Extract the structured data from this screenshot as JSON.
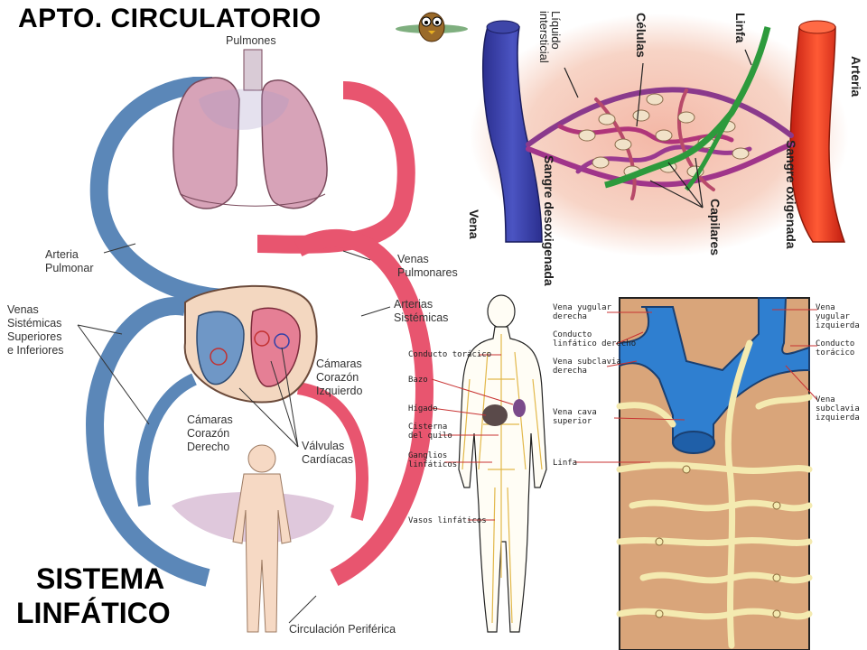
{
  "header": {
    "title": "APTO. CIRCULATORIO"
  },
  "footer": {
    "line1": "SISTEMA",
    "line2": "LINFÁTICO"
  },
  "circulation_diagram": {
    "pulmones": "Pulmones",
    "arteria_pulmonar": [
      "Arteria",
      "Pulmonar"
    ],
    "venas_pulmonares": [
      "Venas",
      "Pulmonares"
    ],
    "venas_sistemicas": [
      "Venas",
      "Sistémicas",
      "Superiores",
      "e Inferiores"
    ],
    "arterias_sistemicas": [
      "Arterias",
      "Sistémicas"
    ],
    "camaras_izquierdo": [
      "Cámaras",
      "Corazón",
      "Izquierdo"
    ],
    "camaras_derecho": [
      "Cámaras",
      "Corazón",
      "Derecho"
    ],
    "valvulas": [
      "Válvulas",
      "Cardíacas"
    ],
    "circulacion_periferica": "Circulación Periférica"
  },
  "capillary_diagram": {
    "liquido_intersticial": [
      "Líquido",
      "intersticial"
    ],
    "celulas": "Células",
    "linfa": "Linfa",
    "arteria": "Arteria",
    "sangre_oxigenada": "Sangre oxigenada",
    "capilares": "Capilares",
    "sangre_desoxigenada": "Sangre desoxigenada",
    "vena": "Vena"
  },
  "body_lymph_diagram": {
    "conducto_toracico": "Conducto torácico",
    "bazo": "Bazo",
    "higado": "Hígado",
    "cisterna": [
      "Cisterna",
      "del quilo"
    ],
    "ganglios": [
      "Ganglios",
      "linfáticos"
    ],
    "vasos": "Vasos linfáticos"
  },
  "thoracic_diagram": {
    "vena_yugular_derecha": [
      "Vena yugular",
      "derecha"
    ],
    "conducto_linfatico_derecho": [
      "Conducto",
      "linfático derecho"
    ],
    "vena_subclavia_derecha": [
      "Vena subclavia",
      "derecha"
    ],
    "vena_cava_superior": [
      "Vena cava",
      "superior"
    ],
    "linfa": "Linfa",
    "vena_yugular_izquierda": [
      "Vena yugular",
      "izquierda"
    ],
    "conducto_toracico": [
      "Conducto",
      "torácico"
    ],
    "vena_subclavia_izquierda": [
      "Vena subclavia",
      "izquierda"
    ]
  },
  "colors": {
    "oxygenated": "#e8556f",
    "deoxygenated": "#5b87b8",
    "lymph": "#f0e6a0",
    "vein_blue": "#2f6fb8",
    "artery_red": "#e23a25",
    "tissue_bg": "#d9a57a"
  },
  "icons": [
    "mascot-icon"
  ]
}
